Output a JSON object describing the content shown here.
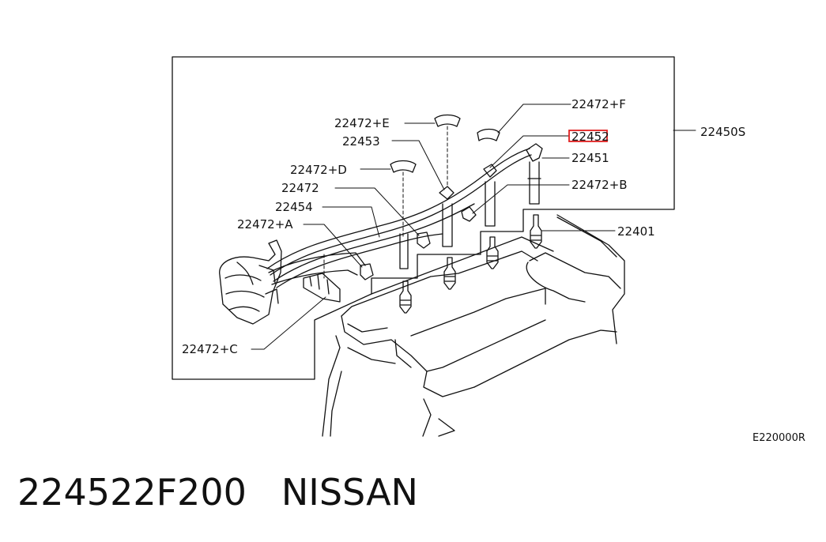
{
  "diagram": {
    "labels": {
      "p22472F": "22472+F",
      "p22472E": "22472+E",
      "p22453": "22453",
      "p22452": "22452",
      "p22451": "22451",
      "p22472D": "22472+D",
      "p22472": "22472",
      "p22472B": "22472+B",
      "p22454": "22454",
      "p22472A": "22472+A",
      "p22401": "22401",
      "p22472C": "22472+C",
      "p22450S": "22450S"
    },
    "reference_code": "E220000R",
    "highlight_color": "#e02020"
  },
  "footer": {
    "part_number": "224522F200",
    "brand": "NISSAN"
  }
}
